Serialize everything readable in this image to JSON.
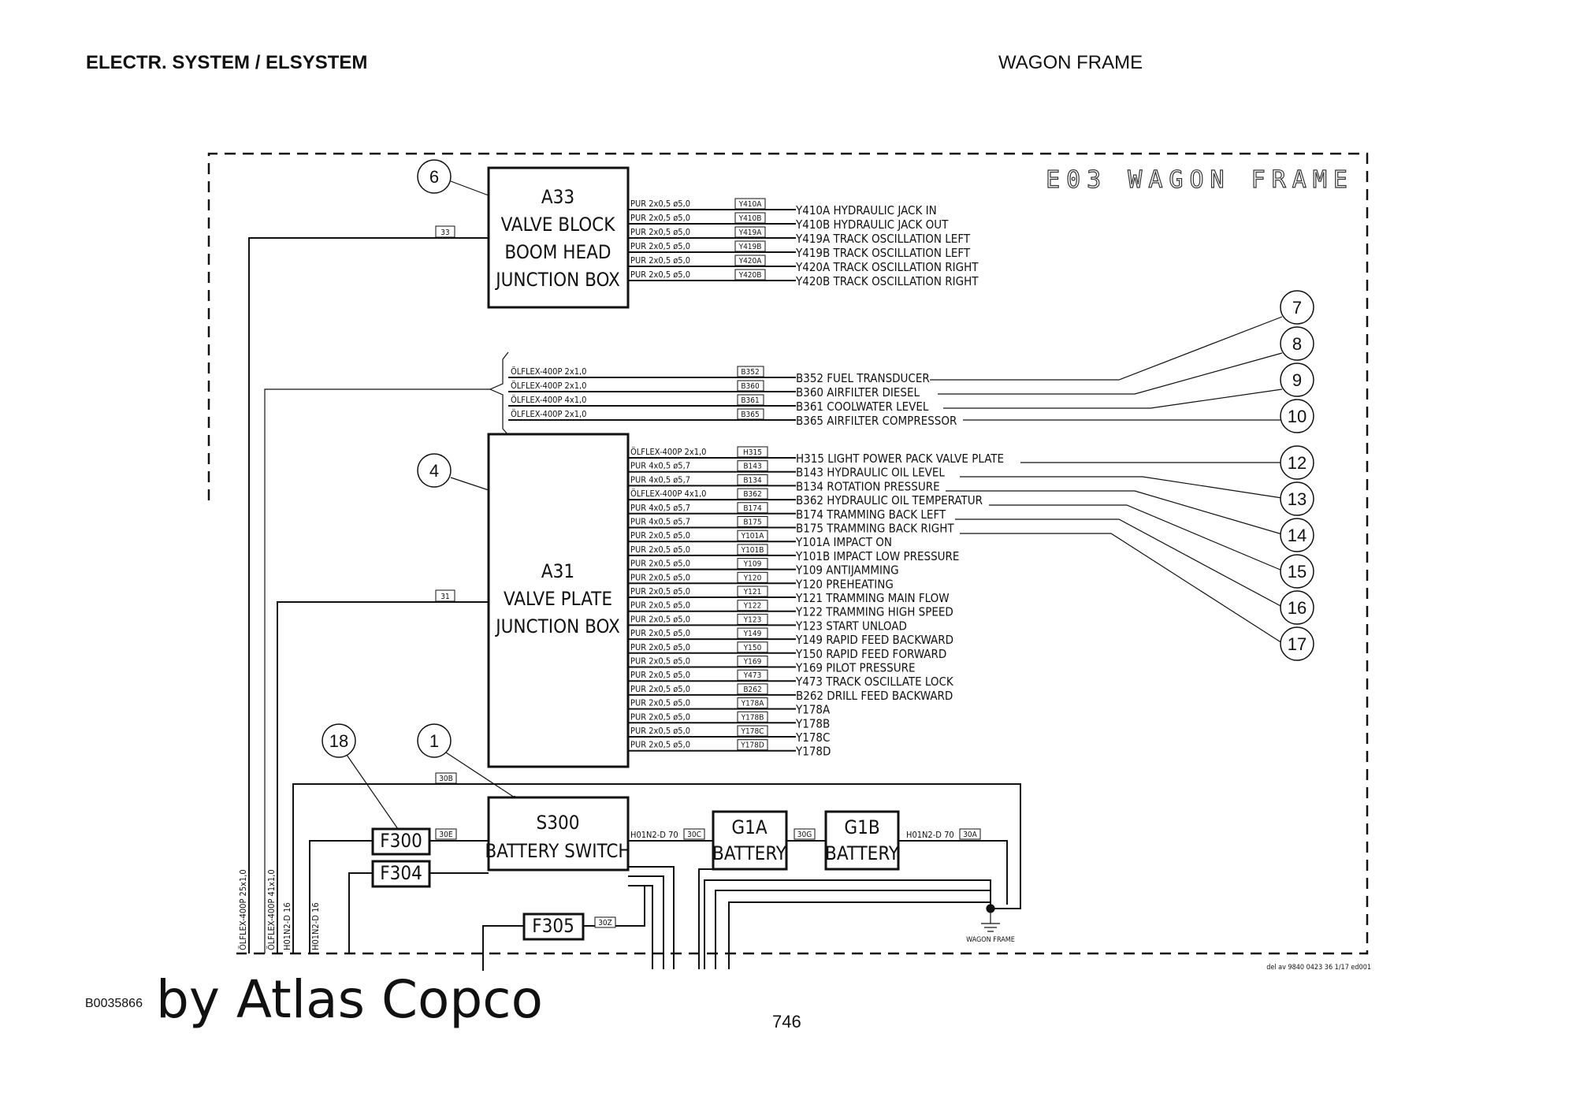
{
  "header": {
    "left": "ELECTR. SYSTEM / ELSYSTEM",
    "right": "WAGON FRAME"
  },
  "diagram": {
    "frame_title": "E03 WAGON FRAME",
    "reference": "del av 9840 0423 36 1/17 ed001",
    "ground_label": "WAGON FRAME",
    "a33": {
      "lines": [
        "A33",
        "VALVE BLOCK",
        "BOOM HEAD",
        "JUNCTION BOX"
      ],
      "wire_tag": "33",
      "callout": "6",
      "rows": [
        {
          "cable": "PUR 2x0,5 ø5,0",
          "tag": "Y410A",
          "label": "Y410A HYDRAULIC JACK IN"
        },
        {
          "cable": "PUR 2x0,5 ø5,0",
          "tag": "Y410B",
          "label": "Y410B HYDRAULIC JACK OUT"
        },
        {
          "cable": "PUR 2x0,5 ø5,0",
          "tag": "Y419A",
          "label": "Y419A TRACK OSCILLATION LEFT"
        },
        {
          "cable": "PUR 2x0,5 ø5,0",
          "tag": "Y419B",
          "label": "Y419B TRACK OSCILLATION LEFT"
        },
        {
          "cable": "PUR 2x0,5 ø5,0",
          "tag": "Y420A",
          "label": "Y420A TRACK OSCILLATION RIGHT"
        },
        {
          "cable": "PUR 2x0,5 ø5,0",
          "tag": "Y420B",
          "label": "Y420B TRACK OSCILLATION RIGHT"
        }
      ]
    },
    "sensors": {
      "rows": [
        {
          "cable": "ÖLFLEX-400P 2x1,0",
          "tag": "B352",
          "label": "B352 FUEL TRANSDUCER",
          "callout": "7"
        },
        {
          "cable": "ÖLFLEX-400P 2x1,0",
          "tag": "B360",
          "label": "B360 AIRFILTER DIESEL",
          "callout": "8"
        },
        {
          "cable": "ÖLFLEX-400P 4x1,0",
          "tag": "B361",
          "label": "B361 COOLWATER LEVEL",
          "callout": "9"
        },
        {
          "cable": "ÖLFLEX-400P 2x1,0",
          "tag": "B365",
          "label": "B365 AIRFILTER COMPRESSOR",
          "callout": "10"
        }
      ]
    },
    "a31": {
      "lines": [
        "A31",
        "VALVE PLATE",
        "JUNCTION BOX"
      ],
      "wire_tag": "31",
      "callout": "4",
      "rows": [
        {
          "cable": "ÖLFLEX-400P 2x1,0",
          "tag": "H315",
          "label": "H315 LIGHT POWER PACK VALVE PLATE",
          "callout": "12"
        },
        {
          "cable": "PUR 4x0,5 ø5,7",
          "tag": "B143",
          "label": "B143 HYDRAULIC OIL LEVEL",
          "callout": "13"
        },
        {
          "cable": "PUR 4x0,5 ø5,7",
          "tag": "B134",
          "label": "B134 ROTATION PRESSURE",
          "callout": "14"
        },
        {
          "cable": "ÖLFLEX-400P 4x1,0",
          "tag": "B362",
          "label": "B362 HYDRAULIC OIL TEMPERATUR",
          "callout": "15"
        },
        {
          "cable": "PUR 4x0,5 ø5,7",
          "tag": "B174",
          "label": "B174 TRAMMING BACK LEFT",
          "callout": "16"
        },
        {
          "cable": "PUR 4x0,5 ø5,7",
          "tag": "B175",
          "label": "B175 TRAMMING BACK RIGHT",
          "callout": "17"
        },
        {
          "cable": "PUR 2x0,5 ø5,0",
          "tag": "Y101A",
          "label": "Y101A IMPACT ON",
          "callout": ""
        },
        {
          "cable": "PUR 2x0,5 ø5,0",
          "tag": "Y101B",
          "label": "Y101B IMPACT LOW PRESSURE",
          "callout": ""
        },
        {
          "cable": "PUR 2x0,5 ø5,0",
          "tag": "Y109",
          "label": "Y109 ANTIJAMMING",
          "callout": ""
        },
        {
          "cable": "PUR 2x0,5 ø5,0",
          "tag": "Y120",
          "label": "Y120 PREHEATING",
          "callout": ""
        },
        {
          "cable": "PUR 2x0,5 ø5,0",
          "tag": "Y121",
          "label": "Y121 TRAMMING MAIN FLOW",
          "callout": ""
        },
        {
          "cable": "PUR 2x0,5 ø5,0",
          "tag": "Y122",
          "label": "Y122 TRAMMING HIGH SPEED",
          "callout": ""
        },
        {
          "cable": "PUR 2x0,5 ø5,0",
          "tag": "Y123",
          "label": "Y123 START UNLOAD",
          "callout": ""
        },
        {
          "cable": "PUR 2x0,5 ø5,0",
          "tag": "Y149",
          "label": "Y149 RAPID FEED BACKWARD",
          "callout": ""
        },
        {
          "cable": "PUR 2x0,5 ø5,0",
          "tag": "Y150",
          "label": "Y150 RAPID FEED FORWARD",
          "callout": ""
        },
        {
          "cable": "PUR 2x0,5 ø5,0",
          "tag": "Y169",
          "label": "Y169 PILOT PRESSURE",
          "callout": ""
        },
        {
          "cable": "PUR 2x0,5 ø5,0",
          "tag": "Y473",
          "label": "Y473 TRACK OSCILLATE LOCK",
          "callout": ""
        },
        {
          "cable": "PUR 2x0,5 ø5,0",
          "tag": "B262",
          "label": "B262 DRILL FEED BACKWARD",
          "callout": ""
        },
        {
          "cable": "PUR 2x0,5 ø5,0",
          "tag": "Y178A",
          "label": "Y178A",
          "callout": ""
        },
        {
          "cable": "PUR 2x0,5 ø5,0",
          "tag": "Y178B",
          "label": "Y178B",
          "callout": ""
        },
        {
          "cable": "PUR 2x0,5 ø5,0",
          "tag": "Y178C",
          "label": "Y178C",
          "callout": ""
        },
        {
          "cable": "PUR 2x0,5 ø5,0",
          "tag": "Y178D",
          "label": "Y178D",
          "callout": ""
        }
      ]
    },
    "power": {
      "s300": [
        "S300",
        "BATTERY SWITCH"
      ],
      "s300_callout": "1",
      "f300": "F300",
      "f300_callout": "18",
      "f304": "F304",
      "f305": "F305",
      "g1a": [
        "G1A",
        "BATTERY"
      ],
      "g1b": [
        "G1B",
        "BATTERY"
      ],
      "tag_30b": "30B",
      "tag_30e": "30E",
      "tag_30c": "30C",
      "tag_30g": "30G",
      "tag_30a": "30A",
      "tag_30z": "30Z",
      "cable_h01n2_1": "H01N2-D 70",
      "cable_h01n2_2": "H01N2-D 70"
    },
    "vertical_cables": [
      "ÖLFLEX-400P 25x1,0",
      "ÖLFLEX-400P 41x1,0",
      "H01N2-D 16",
      "H01N2-D 16"
    ]
  },
  "footer": {
    "doc_code": "B0035866",
    "watermark": "by Atlas Copco",
    "page_number": "746"
  }
}
